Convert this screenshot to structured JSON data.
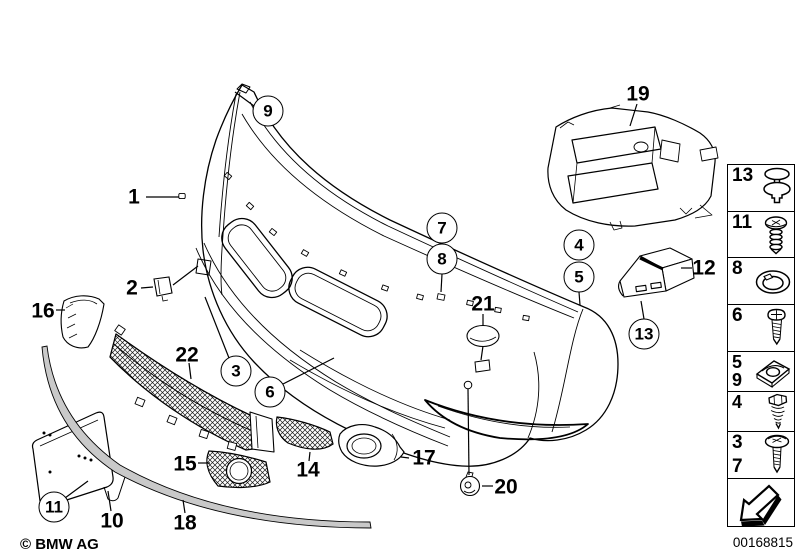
{
  "footer": {
    "copyright": "© BMW AG",
    "document_number": "00168815"
  },
  "diagram": {
    "plain_labels": [
      {
        "text": "1"
      },
      {
        "text": "2"
      },
      {
        "text": "16"
      },
      {
        "text": "22"
      },
      {
        "text": "15"
      },
      {
        "text": "10"
      },
      {
        "text": "18"
      },
      {
        "text": "14"
      },
      {
        "text": "17"
      },
      {
        "text": "21"
      },
      {
        "text": "20"
      },
      {
        "text": "12"
      },
      {
        "text": "19"
      }
    ],
    "circled_labels": [
      {
        "text": "9"
      },
      {
        "text": "7"
      },
      {
        "text": "8"
      },
      {
        "text": "4"
      },
      {
        "text": "5"
      },
      {
        "text": "3"
      },
      {
        "text": "6"
      },
      {
        "text": "13"
      },
      {
        "text": "11"
      }
    ]
  },
  "legend": {
    "items": [
      {
        "numbers": [
          "13"
        ],
        "icon": "expanding-rivet-icon"
      },
      {
        "numbers": [
          "11"
        ],
        "icon": "countersunk-screw-icon"
      },
      {
        "numbers": [
          "8"
        ],
        "icon": "grommet-icon"
      },
      {
        "numbers": [
          "6"
        ],
        "icon": "pan-head-screw-icon"
      },
      {
        "numbers": [
          "5",
          "9"
        ],
        "icon": "speed-nut-icon"
      },
      {
        "numbers": [
          "4"
        ],
        "icon": "hex-bolt-icon"
      },
      {
        "numbers": [
          "3",
          "7"
        ],
        "icon": "tapping-screw-icon"
      }
    ],
    "arrow_icon": "direction-arrow-icon"
  },
  "colors": {
    "line": "#000000",
    "shade": "#c9c9c9",
    "background": "#ffffff"
  }
}
